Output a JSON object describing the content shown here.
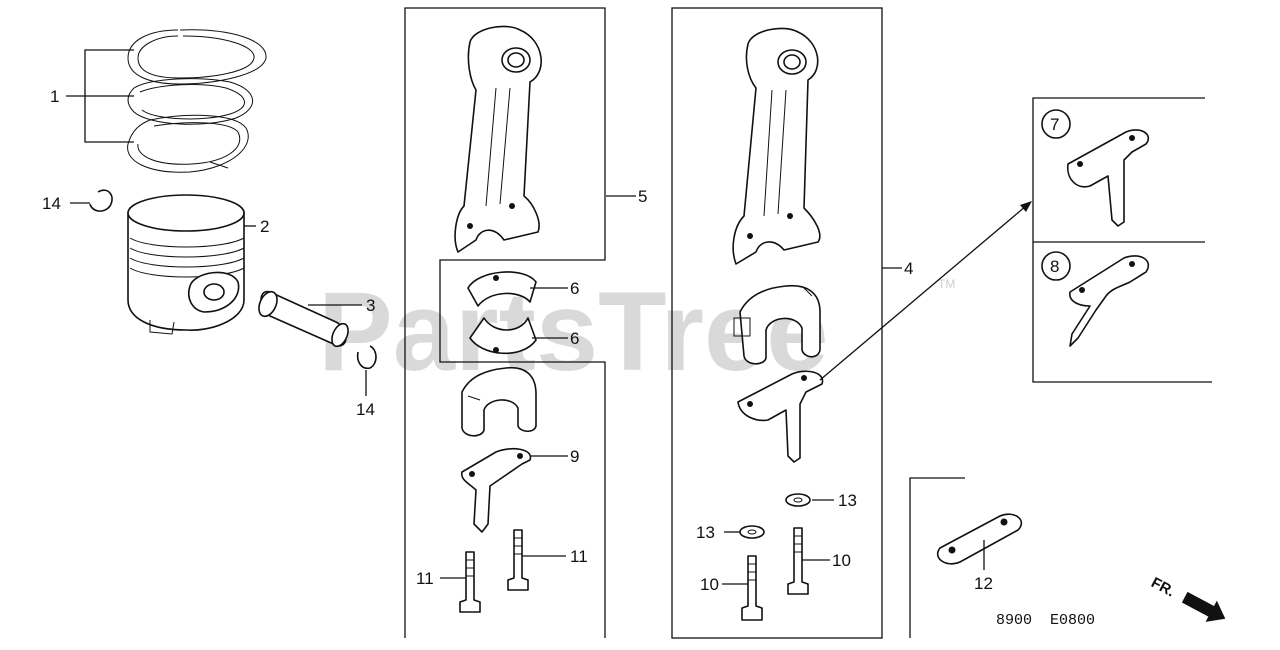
{
  "watermark": {
    "text": "PartsTree",
    "trademark": "TM"
  },
  "callouts": {
    "c1": "1",
    "c2": "2",
    "c3": "3",
    "c4": "4",
    "c5": "5",
    "c6a": "6",
    "c6b": "6",
    "c7": "7",
    "c8": "8",
    "c9": "9",
    "c10a": "10",
    "c10b": "10",
    "c11a": "11",
    "c11b": "11",
    "c12": "12",
    "c13a": "13",
    "c13b": "13",
    "c14a": "14",
    "c14b": "14"
  },
  "footer": {
    "left_code": "8900",
    "right_code": "E0800",
    "direction": "FR."
  },
  "colors": {
    "ink": "#111111",
    "watermark": "#d9d9d9",
    "background": "#ffffff"
  }
}
